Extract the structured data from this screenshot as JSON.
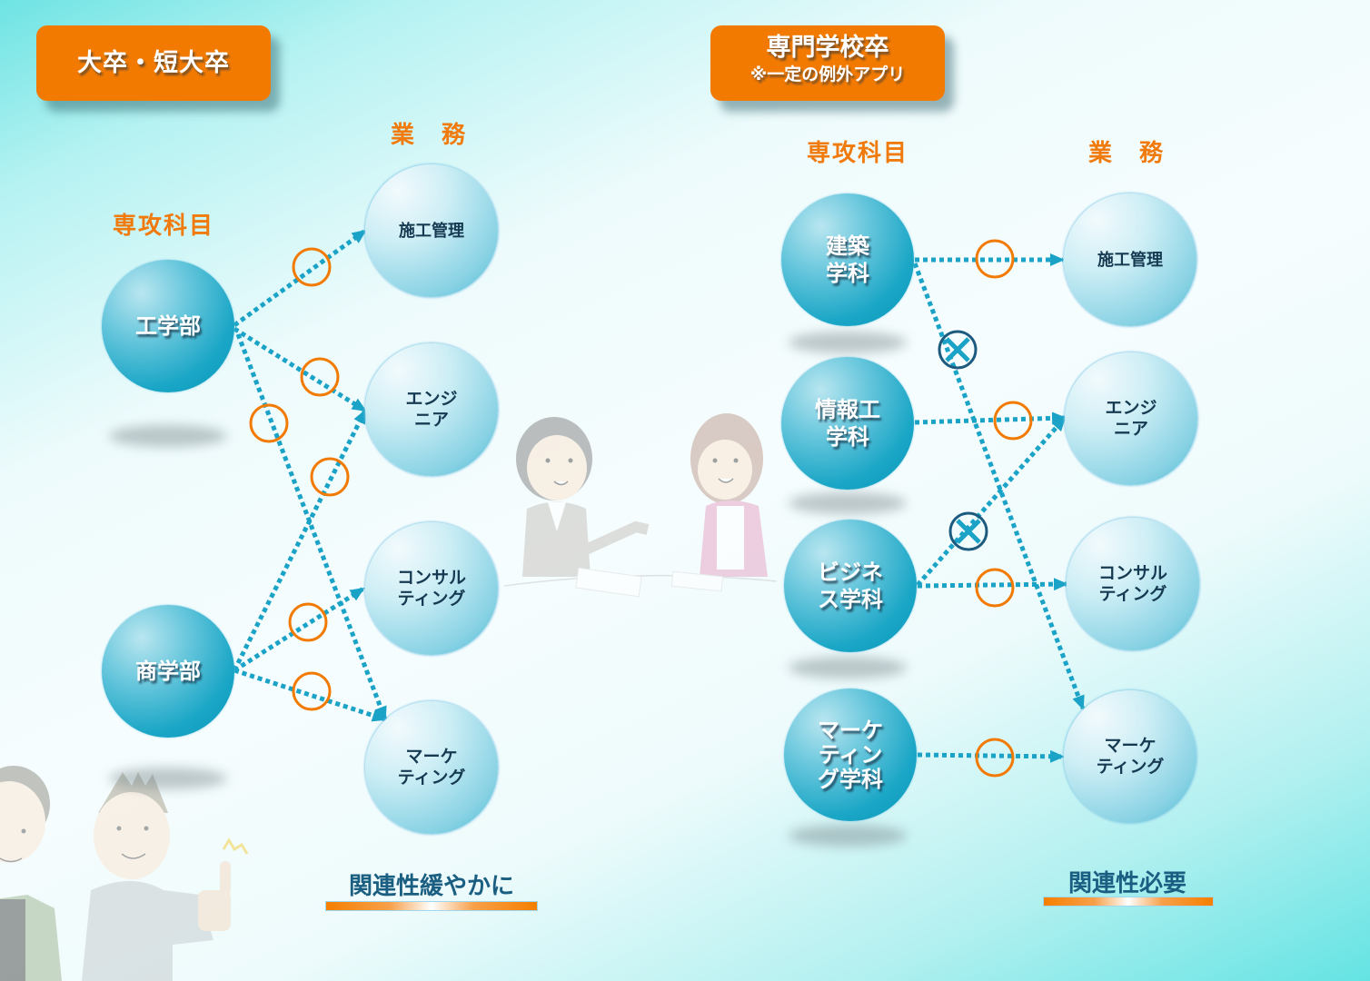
{
  "left_panel": {
    "badge_title": "大卒・短大卒",
    "major_header": "専攻科目",
    "job_header": "業　務",
    "majors": [
      {
        "label": "工学部"
      },
      {
        "label": "商学部"
      }
    ],
    "jobs": [
      {
        "label": "施工管理"
      },
      {
        "label": "エンジ\nニア"
      },
      {
        "label": "コンサル\nティング"
      },
      {
        "label": "マーケ\nティング"
      }
    ],
    "links": [
      {
        "from": "工学部",
        "to": "施工管理",
        "mark": "○"
      },
      {
        "from": "工学部",
        "to": "エンジニア",
        "mark": "○"
      },
      {
        "from": "工学部",
        "to": "マーケティング",
        "mark": "○"
      },
      {
        "from": "商学部",
        "to": "エンジニア",
        "mark": "○"
      },
      {
        "from": "商学部",
        "to": "コンサルティング",
        "mark": "○"
      },
      {
        "from": "商学部",
        "to": "マーケティング",
        "mark": "○"
      }
    ],
    "footer_label": "関連性緩やかに"
  },
  "right_panel": {
    "badge_title": "専門学校卒",
    "badge_subtitle": "※一定の例外アプリ",
    "major_header": "専攻科目",
    "job_header": "業　務",
    "majors": [
      {
        "label": "建築\n学科"
      },
      {
        "label": "情報工\n学科"
      },
      {
        "label": "ビジネ\nス学科"
      },
      {
        "label": "マーケ\nティン\nグ学科"
      }
    ],
    "jobs": [
      {
        "label": "施工管理"
      },
      {
        "label": "エンジ\nニア"
      },
      {
        "label": "コンサル\nティング"
      },
      {
        "label": "マーケ\nティング"
      }
    ],
    "links": [
      {
        "from": "建築学科",
        "to": "施工管理",
        "mark": "○"
      },
      {
        "from": "建築学科",
        "to": "マーケティング",
        "mark": "⊗"
      },
      {
        "from": "情報工学科",
        "to": "エンジニア",
        "mark": "○"
      },
      {
        "from": "ビジネス学科",
        "to": "エンジニア",
        "mark": "⊗"
      },
      {
        "from": "ビジネス学科",
        "to": "コンサルティング",
        "mark": "○"
      },
      {
        "from": "マーケティング学科",
        "to": "マーケティング",
        "mark": "○"
      }
    ],
    "footer_label": "関連性必要"
  },
  "colors": {
    "orange": "#f27a00",
    "line_blue": "#1aa3c6",
    "ng_navy": "#1c5a7e",
    "text_navy": "#1a5e82"
  }
}
